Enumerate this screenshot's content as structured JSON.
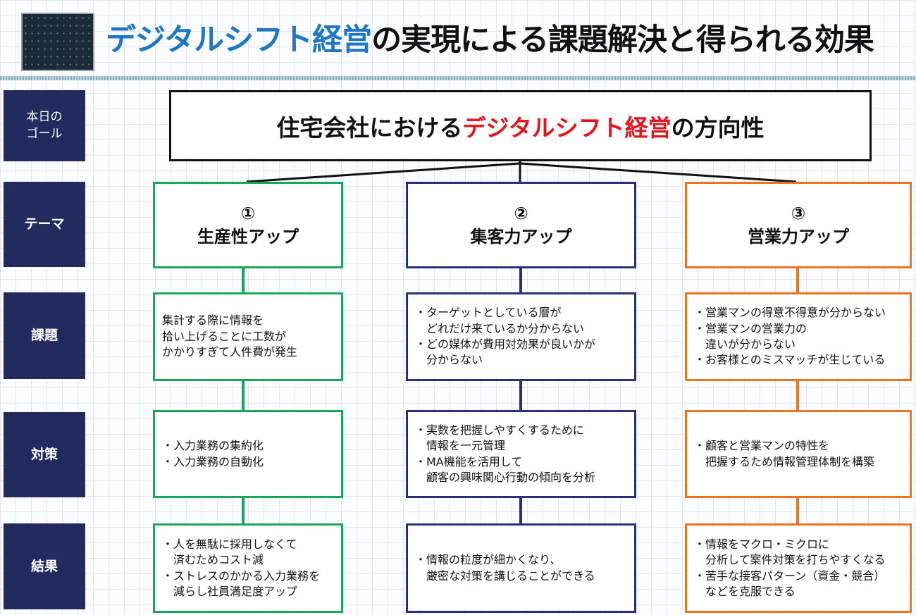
{
  "title": {
    "highlight": "デジタルシフト経営",
    "rest": "の実現による課題解決と得られる効果"
  },
  "row_labels": {
    "goal": "本日の\nゴール",
    "theme": "テーマ",
    "issue": "課題",
    "measure": "対策",
    "result": "結果"
  },
  "goal": {
    "prefix": "住宅会社における",
    "highlight": "デジタルシフト経営",
    "suffix": "の方向性"
  },
  "colors": {
    "col1": "#1aa75a",
    "col2": "#2b2f7a",
    "col3": "#ef7420",
    "highlight_red": "#e4151b",
    "title_blue": "#1f77c4",
    "label_bg": "#232a5e"
  },
  "columns": [
    {
      "num": "①",
      "theme": "生産性アップ",
      "issue": [
        "集計する際に情報を",
        "拾い上げることに工数が",
        "かかりすぎて人件費が発生"
      ],
      "measure": [
        "・入力業務の集約化",
        "・入力業務の自動化"
      ],
      "result": [
        "・人を無駄に採用しなくて",
        "　済むためコスト減",
        "・ストレスのかかる入力業務を",
        "　減らし社員満足度アップ"
      ]
    },
    {
      "num": "②",
      "theme": "集客力アップ",
      "issue": [
        "・ターゲットとしている層が",
        "　どれだけ来ているか分からない",
        "・どの媒体が費用対効果が良いかが",
        "　分からない"
      ],
      "measure": [
        "・実数を把握しやすくするために",
        "　情報を一元管理",
        "・MA機能を活用して",
        "　顧客の興味関心行動の傾向を分析"
      ],
      "result": [
        "・情報の粒度が細かくなり、",
        "　厳密な対策を講じることができる"
      ]
    },
    {
      "num": "③",
      "theme": "営業力アップ",
      "issue": [
        "・営業マンの得意不得意が分からない",
        "・営業マンの営業力の",
        "　違いが分からない",
        "・お客様とのミスマッチが生じている"
      ],
      "measure": [
        "・顧客と営業マンの特性を",
        "　把握するため情報管理体制を構築"
      ],
      "result": [
        "・情報をマクロ・ミクロに",
        "　分析して案件対策を打ちやすくなる",
        "・苦手な接客パターン（資金・競合）",
        "　などを克服できる"
      ]
    }
  ]
}
